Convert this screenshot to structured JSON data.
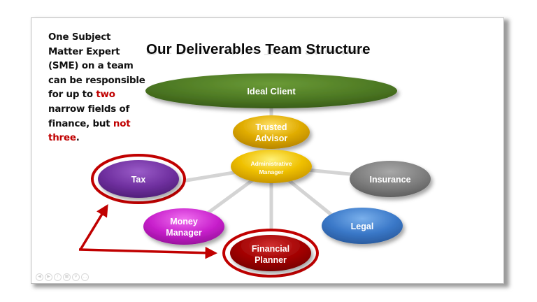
{
  "slide": {
    "title": "Our Deliverables Team Structure",
    "side_note": {
      "line1": "One Subject",
      "line2": "Matter Expert",
      "line3": "(SME) on a team",
      "line4": "can be responsible",
      "line5_prefix": "for up to ",
      "line5_emphasis": "two",
      "line6": "narrow fields of",
      "line7_prefix": "finance, but ",
      "line7_emphasis": "not",
      "line8_emphasis": "three",
      "line8_suffix": "."
    },
    "colors": {
      "emphasis": "#c00000",
      "ideal_client": "#4e7a24",
      "trusted_advisor": "#d9a800",
      "admin_manager": "#e6b800",
      "tax": "#7030a0",
      "money_manager": "#c020c8",
      "financial_planner": "#a00000",
      "legal": "#3a78c8",
      "insurance": "#7f7f7f",
      "highlight_ring": "#c00000",
      "connector": "#d4d4d4"
    }
  },
  "nodes": {
    "ideal_client": "Ideal Client",
    "trusted_advisor_1": "Trusted",
    "trusted_advisor_2": "Advisor",
    "admin_manager_1": "Administrative",
    "admin_manager_2": "Manager",
    "tax": "Tax",
    "insurance": "Insurance",
    "money_manager_1": "Money",
    "money_manager_2": "Manager",
    "legal": "Legal",
    "financial_planner_1": "Financial",
    "financial_planner_2": "Planner"
  },
  "highlighted_nodes": [
    "Tax",
    "Financial Planner"
  ],
  "presenter_controls": [
    "previous-icon",
    "next-icon",
    "pen-icon",
    "slides-icon",
    "zoom-icon",
    "more-icon"
  ]
}
